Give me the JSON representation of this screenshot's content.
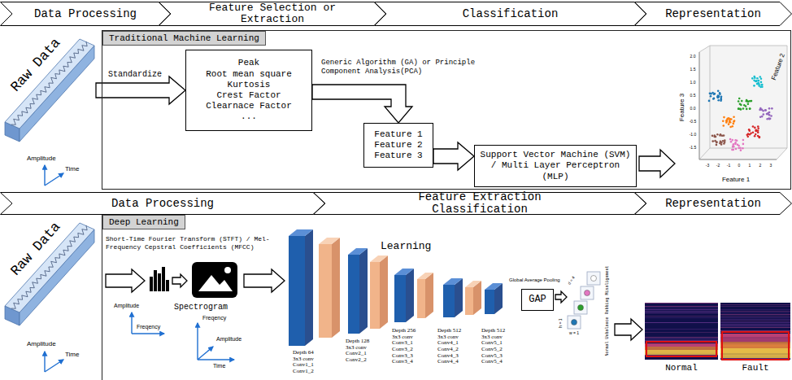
{
  "diagram": {
    "nodes": [
      {
        "text": [
          "Data Processing"
        ]
      },
      {
        "text": [
          "Feature Selection or Extraction"
        ]
      },
      {
        "text": [
          "Classification"
        ]
      },
      {
        "text": [
          "Representation"
        ]
      },
      {
        "text": [
          "Raw Data"
        ]
      },
      {
        "text": [
          "Traditional Machine Learning"
        ]
      },
      {
        "text": [
          "Peak",
          "Root mean square",
          "Kurtosis",
          "Crest Factor",
          "Clearnace Factor",
          "..."
        ],
        "in": 5
      },
      {
        "text": [
          "Feature 1",
          "Feature 2",
          "Feature 3"
        ],
        "in": 5
      },
      {
        "text": [
          "Support Vector Machine (SVM) / Multi Layer Perceptron (MLP)"
        ],
        "in": 5
      },
      {
        "text": [
          "Data Processing"
        ]
      },
      {
        "text": [
          "Feature Extraction Classification"
        ]
      },
      {
        "text": [
          "Representation"
        ]
      },
      {
        "text": [
          "Raw Data"
        ]
      },
      {
        "text": [
          "Deep Learning"
        ]
      },
      {
        "text": [
          "GAP"
        ],
        "in": 13
      }
    ],
    "edges": [
      {
        "from": 4,
        "to": 6,
        "arrow": "to",
        "label": "Standardize"
      },
      {
        "from": 6,
        "to": 7,
        "arrow": "to"
      },
      {
        "from": 7,
        "to": 8,
        "arrow": "to"
      }
    ],
    "labels": [
      "Generic Algorithm (GA) or Principle Component Analysis(PCA)",
      "Amplitude",
      "Time",
      "Feature 3",
      "Feature 1",
      "Feature 2",
      "2.0",
      "1.5",
      "1.0",
      "0.5",
      "0.0",
      "-0.5",
      "-1.0",
      "-1.5",
      "-3",
      "-2",
      "-1",
      "0",
      "1",
      "2",
      "3",
      "Amplitude",
      "Time",
      "Short-Time Fourier Transform (STFT) / Mel-Frequency Cepstral Coefficients (MFCC)",
      "Amplitude",
      "Freqency",
      "Spectrogram",
      "Freqency",
      "Amplitude",
      "Time",
      "Learning",
      "Depth 64 3x3 conv Conv1_1 Conv1_2",
      "Depth 128 3x3 conv Conv2_1 Conv2_2",
      "Depth 256 3x3 conv Conv3_1 Conv3_2 Conv3_3 Conv3_4",
      "Depth 512 3x3 conv Conv4_1 Conv4_2 Conv4_3 Conv4_4",
      "Depth 512 3x3 conv Conv5_1 Conv5_2 Conv5_3 Conv5_4",
      "Global Average Pooling",
      "d = 4",
      "h = 1",
      "w = 1",
      "Normal Unbalance Rubbing Misalignment",
      "Normal",
      "Fault"
    ]
  }
}
